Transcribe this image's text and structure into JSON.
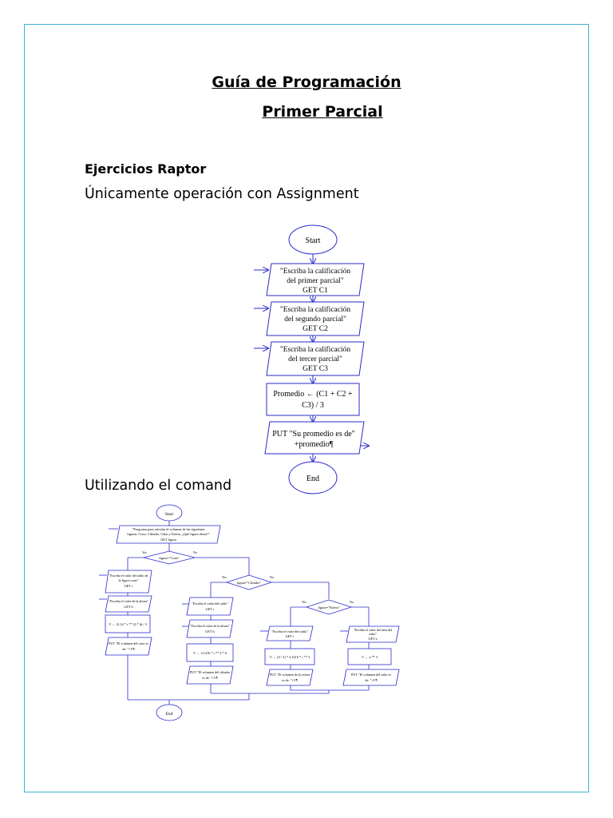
{
  "titles": [
    "Guía de Programación",
    "Primer Parcial"
  ],
  "section": {
    "heading": "Ejercicios Raptor",
    "sub1": "Únicamente operación con Assignment",
    "sub2": "Utilizando el comando"
  },
  "flowchart1": {
    "start": "Start",
    "input1": [
      "\"Escriba la calificación",
      "del primer parcial\"",
      "GET C1"
    ],
    "input2": [
      "\"Escriba la calificación",
      "del segundo parcial\"",
      "GET C2"
    ],
    "input3": [
      "\"Escriba la calificación",
      "del tercer parcial\"",
      "GET C3"
    ],
    "assign": [
      "Promedio ← (C1 + C2 +",
      "C3) / 3"
    ],
    "output": [
      "PUT \"Su promedio es de\"",
      "+promedio¶"
    ],
    "end": "End"
  },
  "flowchart2": {
    "start": "Start",
    "prompt": [
      "\"Programa para calcular el volumen de las siguientes",
      "figuras: Cono, Cilindro, Cubo y Esfera, ¿Qué figura desea?\"",
      "GET figura"
    ],
    "cond_cono": "figura=\"Cono\"",
    "cond_cilindro": "figura=\"Cilindro\"",
    "cond_esfera": "figura=\"Esfera\"",
    "yes": "Yes",
    "no": "No",
    "cono": {
      "get_r": [
        "\"Escriba el valor del radio de",
        "la figura cono\"",
        "GET r"
      ],
      "get_h": [
        "\"Escriba el valor de la altura\"",
        "GET h"
      ],
      "calc": "V ← (3.14 * r ** 2) * h) / 3",
      "put": [
        "PUT \"El volumen del cono es",
        "de: \"+V¶"
      ]
    },
    "cilindro": {
      "get_r": [
        "\"Escriba el valor del radio\"",
        "GET r"
      ],
      "get_h": [
        "\"Escriba el valor de la altura\"",
        "GET h"
      ],
      "calc": "V ← 3.1416 * r ** 2 * h",
      "put": [
        "PUT \"El volumen del cilindro",
        "es de: \"+V¶"
      ]
    },
    "esfera": {
      "get_r": [
        "\"Escriba el valor del radio\"",
        "GET r"
      ],
      "calc": "V ← (4 / 3) * 3.1416 * r ** 3",
      "put": [
        "PUT \"El volumen de la esfera",
        "es de: \"+V¶"
      ]
    },
    "cubo": {
      "get_a": [
        "\"Escriba el valor del área del",
        "cubo\"",
        "GET a"
      ],
      "calc": "V ← a ** 3",
      "put": [
        "PUT \"El volumen del cubo es",
        "de: \"+V¶"
      ]
    },
    "end": "End"
  },
  "colors": {
    "frame": "#3cb4d2",
    "flow_line": "#2a2acb"
  }
}
